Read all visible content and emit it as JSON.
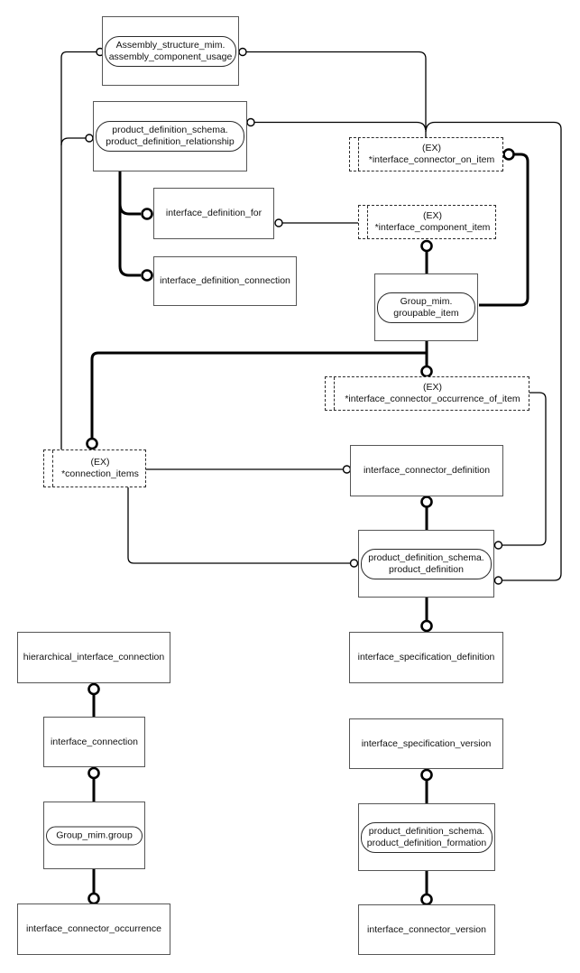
{
  "diagram": {
    "notation": "EXPRESS-G",
    "colors": {
      "line": "#000000",
      "entity_border": "#565656",
      "background": "#ffffff"
    }
  },
  "nodes": {
    "assembly": {
      "line1": "Assembly_structure_mim.",
      "line2": "assembly_component_usage"
    },
    "relationship": {
      "line1": "product_definition_schema.",
      "line2": "product_definition_relationship"
    },
    "on_item": {
      "tag": "(EX)",
      "name": "*interface_connector_on_item"
    },
    "definition_for": {
      "label": "interface_definition_for"
    },
    "component_item": {
      "tag": "(EX)",
      "name": "*interface_component_item"
    },
    "definition_connection": {
      "label": "interface_definition_connection"
    },
    "groupable": {
      "line1": "Group_mim.",
      "line2": "groupable_item"
    },
    "occurrence_of_item": {
      "tag": "(EX)",
      "name": "*interface_connector_occurrence_of_item"
    },
    "connection_items": {
      "tag": "(EX)",
      "name": "*connection_items"
    },
    "connector_definition": {
      "label": "interface_connector_definition"
    },
    "product_definition": {
      "line1": "product_definition_schema.",
      "line2": "product_definition"
    },
    "hierarchical": {
      "label": "hierarchical_interface_connection"
    },
    "spec_definition": {
      "label": "interface_specification_definition"
    },
    "connection": {
      "label": "interface_connection"
    },
    "spec_version": {
      "label": "interface_specification_version"
    },
    "group": {
      "line1": "Group_mim.group"
    },
    "formation": {
      "line1": "product_definition_schema.",
      "line2": "product_definition_formation"
    },
    "connector_occurrence": {
      "label": "interface_connector_occurrence"
    },
    "connector_version": {
      "label": "interface_connector_version"
    }
  }
}
